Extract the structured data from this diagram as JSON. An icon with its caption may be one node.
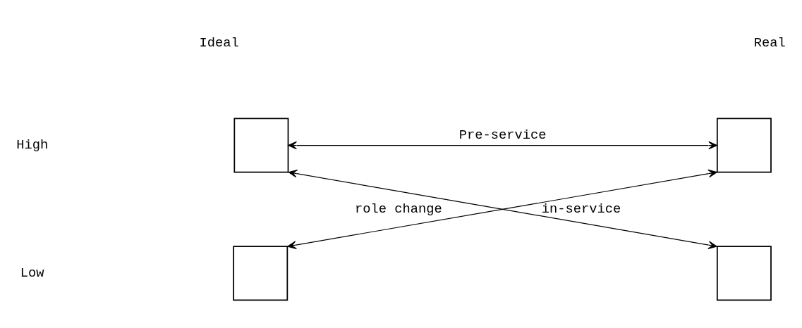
{
  "diagram": {
    "nodes": [
      {
        "text": [],
        "shape": "box"
      },
      {
        "text": [],
        "shape": "box"
      },
      {
        "text": [],
        "shape": "box"
      },
      {
        "text": [],
        "shape": "box"
      }
    ],
    "edges": [
      {
        "from": 0,
        "to": 1,
        "arrow": "both",
        "label": "Pre-service"
      },
      {
        "from": 0,
        "to": 3,
        "arrow": "both",
        "label": "in-service"
      },
      {
        "from": 2,
        "to": 1,
        "arrow": "both",
        "label": "role change"
      }
    ],
    "labels": [
      "Ideal",
      "Real",
      "High",
      "Low"
    ]
  }
}
